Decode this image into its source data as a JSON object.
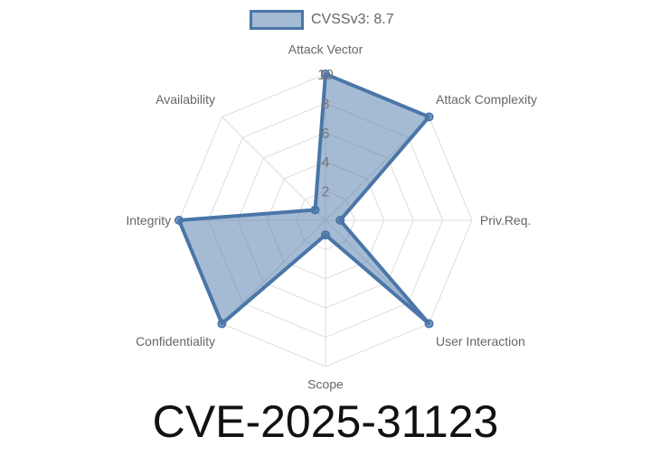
{
  "chart_data": {
    "type": "radar",
    "title": "CVE-2025-31123",
    "axes": [
      "Attack Vector",
      "Attack Complexity",
      "Priv.Req.",
      "User Interaction",
      "Scope",
      "Confidentiality",
      "Integrity",
      "Availability"
    ],
    "series": [
      {
        "name": "CVSSv3: 8.7",
        "values": [
          10,
          10,
          1,
          10,
          1,
          10,
          10,
          1
        ]
      }
    ],
    "rlim": [
      0,
      10
    ],
    "ticks": [
      "2",
      "4",
      "6",
      "8",
      "10"
    ],
    "tick_values": [
      2,
      4,
      6,
      8,
      10
    ],
    "legend_position": "top",
    "colors": {
      "line": "#4a76a8",
      "fill": "rgba(75,120,170,0.5)",
      "grid": "#dddddd"
    }
  }
}
